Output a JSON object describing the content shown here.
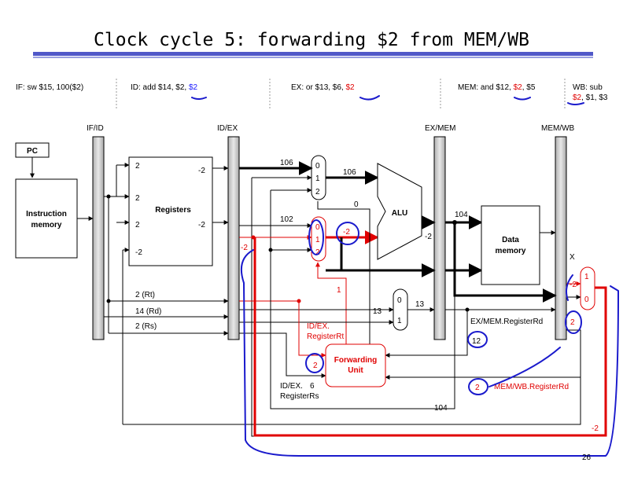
{
  "title": "Clock cycle 5: forwarding $2 from MEM/WB",
  "slide_number": "26",
  "stages": {
    "if": "IF: sw $15, 100($2)",
    "id_pre": "ID: add $14, $2, ",
    "id_hl": "$2",
    "ex_pre": "EX: or $13, $6, ",
    "ex_hl": "$2",
    "mem_pre": "MEM: and $12, ",
    "mem_hl": "$2",
    "mem_post": ", $5",
    "wb_line1": "WB: sub",
    "wb_hl": "$2",
    "wb_post": ", $1, $3"
  },
  "pipeline_registers": {
    "ifid": "IF/ID",
    "idex": "ID/EX",
    "exmem": "EX/MEM",
    "memwb": "MEM/WB"
  },
  "blocks": {
    "pc": "PC",
    "imem_line1": "Instruction",
    "imem_line2": "memory",
    "registers": "Registers",
    "alu": "ALU",
    "dmem_line1": "Data",
    "dmem_line2": "memory",
    "fwd_line1": "Forwarding",
    "fwd_line2": "Unit"
  },
  "mux_inputs": {
    "zero": "0",
    "one": "1",
    "two": "2"
  },
  "register_file": {
    "read_reg1": "2",
    "read_reg2": "2",
    "read_data1": "-2",
    "write_reg": "2",
    "write_data": "-2",
    "read_data2": "-2",
    "sign_ext": "-2"
  },
  "fields": {
    "rt": "2 (Rt)",
    "rd": "14 (Rd)",
    "rs": "2 (Rs)"
  },
  "values": {
    "mux_a_in0": "106",
    "alu_in_a": "106",
    "mux_b_in1": "102",
    "alu_in_b": "-2",
    "alu_result": "104",
    "dmem_out": "-2",
    "forward_b": "1",
    "forward_a": "0",
    "idex_reg_out": "-2",
    "dest_mux_a": "13",
    "dest_mux_out": "13",
    "wb_x": "X",
    "wb_value": "-2",
    "exmem_rd": "12",
    "memwb_rd": "2",
    "idex_rt_val": "2",
    "idex_rs_val": "6",
    "bottom_104": "104",
    "bottom_neg2": "-2"
  },
  "labels": {
    "idex_rt_line1": "ID/EX.",
    "idex_rt_line2": "RegisterRt",
    "idex_rs_line1": "ID/EX.",
    "idex_rs_line2": "RegisterRs",
    "exmem_regrd": "EX/MEM.RegisterRd",
    "memwb_regrd": "MEM/WB.RegisterRd"
  },
  "colors": {
    "forward_path": "#e00000",
    "highlight_text": "#1a1aff",
    "title_bar": "#5058c8",
    "annotation_ink": "#1a1acc"
  }
}
